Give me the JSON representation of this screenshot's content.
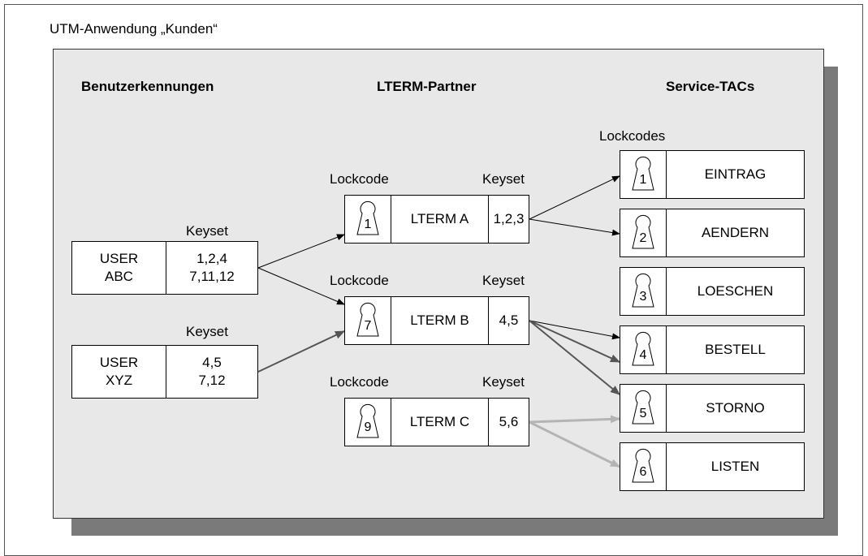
{
  "title": "UTM-Anwendung „Kunden“",
  "headers": {
    "users": "Benutzerkennungen",
    "lterms": "LTERM-Partner",
    "services": "Service-TACs"
  },
  "labels": {
    "keyset": "Keyset",
    "lockcode": "Lockcode",
    "lockcodes": "Lockcodes"
  },
  "users": [
    {
      "name": "USER\nABC",
      "keyset": "1,2,4\n7,11,12"
    },
    {
      "name": "USER\nXYZ",
      "keyset": "4,5\n7,12"
    }
  ],
  "lterms": [
    {
      "name": "LTERM A",
      "lockcode": "1",
      "keyset": "1,2,3"
    },
    {
      "name": "LTERM B",
      "lockcode": "7",
      "keyset": "4,5"
    },
    {
      "name": "LTERM C",
      "lockcode": "9",
      "keyset": "5,6"
    }
  ],
  "services": [
    {
      "name": "EINTRAG",
      "lockcode": "1"
    },
    {
      "name": "AENDERN",
      "lockcode": "2"
    },
    {
      "name": "LOESCHEN",
      "lockcode": "3"
    },
    {
      "name": "BESTELL",
      "lockcode": "4"
    },
    {
      "name": "STORNO",
      "lockcode": "5"
    },
    {
      "name": "LISTEN",
      "lockcode": "6"
    }
  ],
  "connections": [
    {
      "from": "USER ABC",
      "to": "LTERM A",
      "style": "thin"
    },
    {
      "from": "USER ABC",
      "to": "LTERM B",
      "style": "thin"
    },
    {
      "from": "USER XYZ",
      "to": "LTERM B",
      "style": "bold"
    },
    {
      "from": "LTERM A",
      "to": "EINTRAG",
      "style": "thin"
    },
    {
      "from": "LTERM A",
      "to": "AENDERN",
      "style": "thin"
    },
    {
      "from": "LTERM B",
      "to": "BESTELL",
      "style": "thin"
    },
    {
      "from": "LTERM B",
      "to": "BESTELL",
      "style": "bold"
    },
    {
      "from": "LTERM B",
      "to": "STORNO",
      "style": "bold"
    },
    {
      "from": "LTERM C",
      "to": "STORNO",
      "style": "light"
    },
    {
      "from": "LTERM C",
      "to": "LISTEN",
      "style": "light"
    }
  ],
  "colors": {
    "panel": "#e8e8e8",
    "shadow": "#7a7a7a",
    "thin_arrow": "#000000",
    "bold_arrow": "#555555",
    "light_arrow": "#b4b4b4"
  }
}
